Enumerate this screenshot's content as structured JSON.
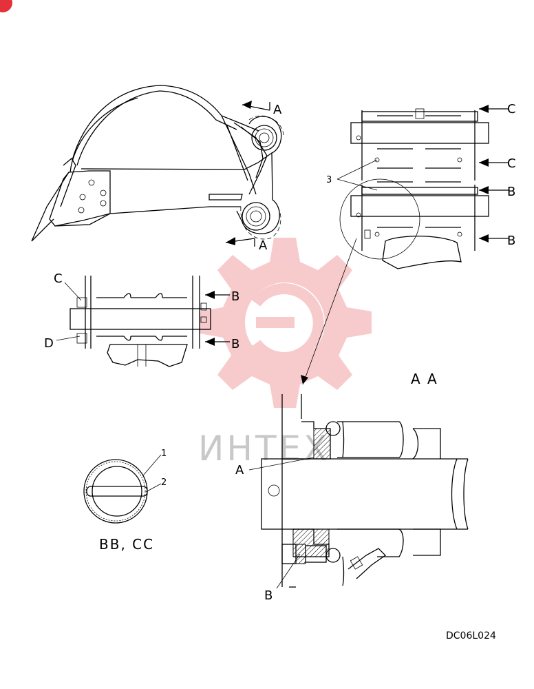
{
  "watermark": {
    "text": "ИНТЕХ",
    "color": "#f2a9ab",
    "text_color": "#c9c9c9"
  },
  "corner_mark_color": "#e3323a",
  "drawing_code": "DC06L024",
  "views": {
    "bucket": {
      "arrow_top": "A",
      "arrow_bottom": "A"
    },
    "detail_pins": {
      "label_c1": "C",
      "label_c2": "C",
      "label_b1": "B",
      "label_b2": "B",
      "callout": "3"
    },
    "side_pins": {
      "label_c": "C",
      "label_d": "D",
      "label_b1": "B",
      "label_b2": "B"
    },
    "section_aa": {
      "title": "A A",
      "label_a": "A",
      "label_b": "B"
    },
    "section_bb": {
      "title": "BB, CC",
      "callout_1": "1",
      "callout_2": "2"
    }
  }
}
